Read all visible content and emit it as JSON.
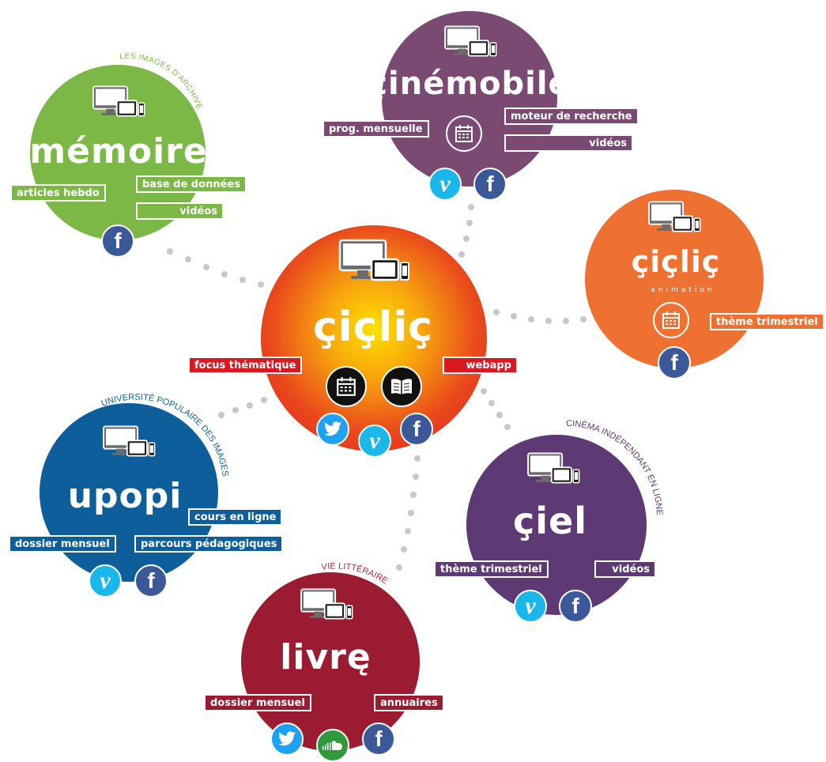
{
  "colors": {
    "memoire": "#7cb846",
    "cinemobile": "#7a4a72",
    "animation": "#ee7131",
    "ciclic_center": "#e52421",
    "ciclic_glow": "#ffd400",
    "upopi": "#0d5e9b",
    "livre": "#9b1b30",
    "ciel": "#5d3a74",
    "dots": "#c8c8c8"
  },
  "center": {
    "logo": "çiçliç",
    "tags": {
      "left": "focus thématique",
      "right": "webapp"
    },
    "icons": [
      "calendar-icon",
      "book-icon"
    ],
    "social": [
      "twitter",
      "vimeo",
      "facebook"
    ]
  },
  "memoire": {
    "arc_label": "LES IMAGES D'ARCHIVES",
    "logo": "mémoire",
    "tags": {
      "articles": "articles hebdo",
      "base": "base de données",
      "videos": "vidéos"
    },
    "social": [
      "facebook"
    ]
  },
  "cinemobile": {
    "logo": "çinémobile",
    "tags": {
      "prog": "prog. mensuelle",
      "moteur": "moteur de recherche",
      "videos": "vidéos"
    },
    "icons": [
      "calendar-icon"
    ],
    "social": [
      "vimeo",
      "facebook"
    ]
  },
  "animation": {
    "logo": "çiçliç",
    "sublogo": "animation",
    "tags": {
      "theme": "thème trimestriel"
    },
    "icons": [
      "calendar-icon"
    ],
    "social": [
      "facebook"
    ]
  },
  "upopi": {
    "arc_label": "UNIVERSITÉ POPULAIRE DES IMAGES",
    "logo": "upopi",
    "tags": {
      "cours": "cours en ligne",
      "dossier": "dossier mensuel",
      "parcours": "parcours pédagogiques"
    },
    "social": [
      "vimeo",
      "facebook"
    ]
  },
  "livre": {
    "arc_label": "VIE LITTÉRAIRE",
    "logo": "livrę",
    "tags": {
      "dossier": "dossier mensuel",
      "annuaires": "annuaires"
    },
    "social": [
      "twitter",
      "soundcloud",
      "facebook"
    ]
  },
  "ciel": {
    "arc_label": "CINÉMA INDÉPENDANT EN LIGNE",
    "logo": "çiel",
    "tags": {
      "theme": "thème trimestriel",
      "videos": "vidéos"
    },
    "social": [
      "vimeo",
      "facebook"
    ]
  },
  "social_glyphs": {
    "facebook": "f",
    "vimeo": "v"
  }
}
